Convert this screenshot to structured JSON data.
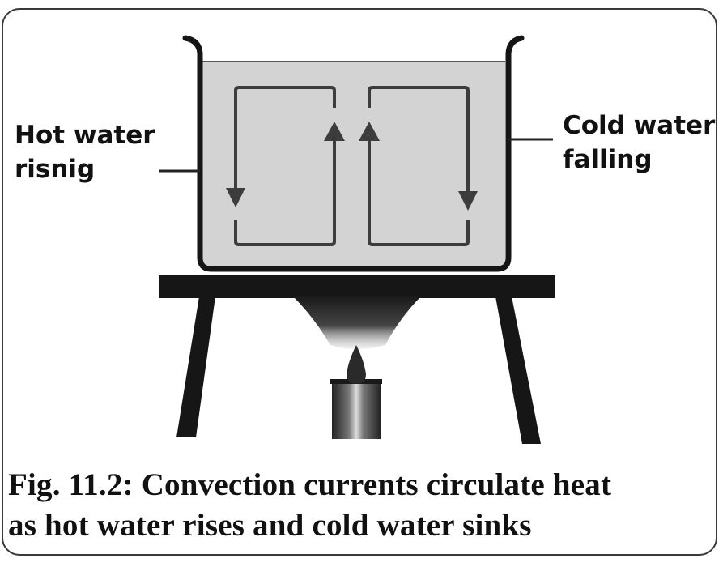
{
  "labels": {
    "hot": [
      "Hot water",
      "risnig"
    ],
    "cold": [
      "Cold water",
      "falling"
    ]
  },
  "caption": {
    "line1": "Fig. 11.2: Convection currents circulate heat",
    "line2": "as hot water rises and cold water sinks"
  },
  "colors": {
    "ink": "#111111",
    "water": "#d3d3d3",
    "arrow": "#3c3c3c",
    "flame": "#2a2a2a"
  }
}
